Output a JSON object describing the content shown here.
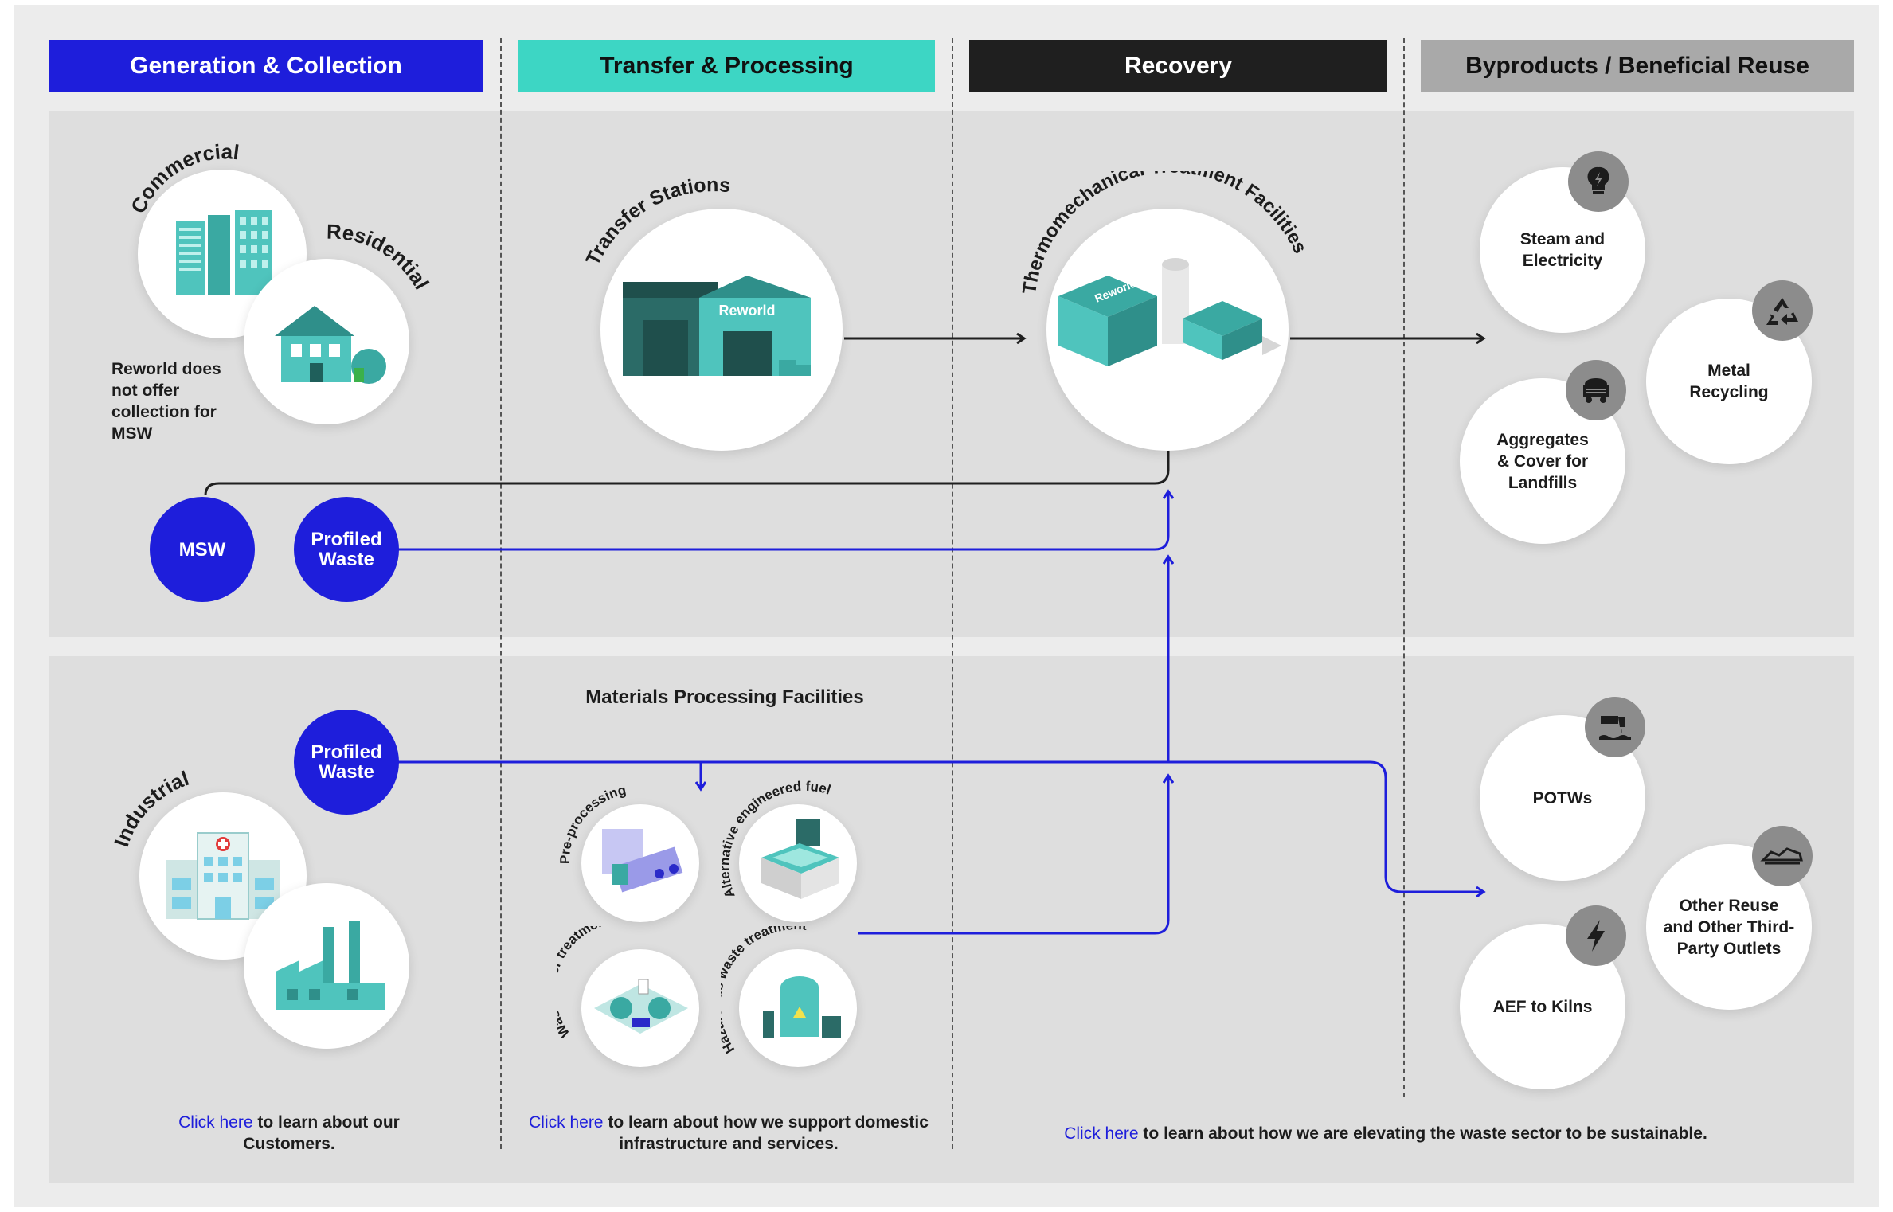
{
  "headers": [
    {
      "label": "Generation & Collection",
      "bg": "#1e1edb",
      "fg": "#ffffff"
    },
    {
      "label": "Transfer & Processing",
      "bg": "#3dd6c4",
      "fg": "#111111"
    },
    {
      "label": "Recovery",
      "bg": "#1f1f1f",
      "fg": "#ffffff"
    },
    {
      "label": "Byproducts / Beneficial Reuse",
      "bg": "#a9a9a9",
      "fg": "#111111"
    }
  ],
  "generation": {
    "commercial_label": "Commercial",
    "residential_label": "Residential",
    "note": "Reworld does not offer collection for MSW",
    "msw_label": "MSW",
    "profiled_waste_label": "Profiled Waste",
    "industrial_label": "Industrial",
    "profiled_waste_industrial_label": "Profiled Waste"
  },
  "transfer": {
    "transfer_stations_label": "Transfer Stations",
    "brand_sign": "Reworld",
    "mpf_title": "Materials Processing Facilities",
    "preprocessing_label": "Pre-processing",
    "aef_label": "Alternative engineered fuel",
    "wastewater_label": "Wastewater treatment",
    "hazardous_label": "Hazardous waste treatment"
  },
  "recovery": {
    "tt_label": "Thermomechanical Treatment Facilities",
    "brand_sign": "Reworld"
  },
  "byproducts": {
    "steam": "Steam and Electricity",
    "metal": "Metal Recycling",
    "aggregates": "Aggregates & Cover for Landfills",
    "potws": "POTWs",
    "other_reuse": "Other Reuse and Other Third-Party Outlets",
    "aef_kilns": "AEF to Kilns"
  },
  "footer": {
    "customers_link": "Click here",
    "customers_text": "to learn about our Customers.",
    "infra_link": "Click here",
    "infra_text": "to learn about how we support domestic infrastructure and services.",
    "sector_link": "Click here",
    "sector_text": "to learn about how we are elevating the waste sector to be sustainable."
  },
  "colors": {
    "brand_blue": "#1e1edb",
    "teal": "#3dd6c4",
    "building_teal": "#4fc4bd",
    "black": "#1f1f1f",
    "grey_badge": "#8c8c8c"
  }
}
